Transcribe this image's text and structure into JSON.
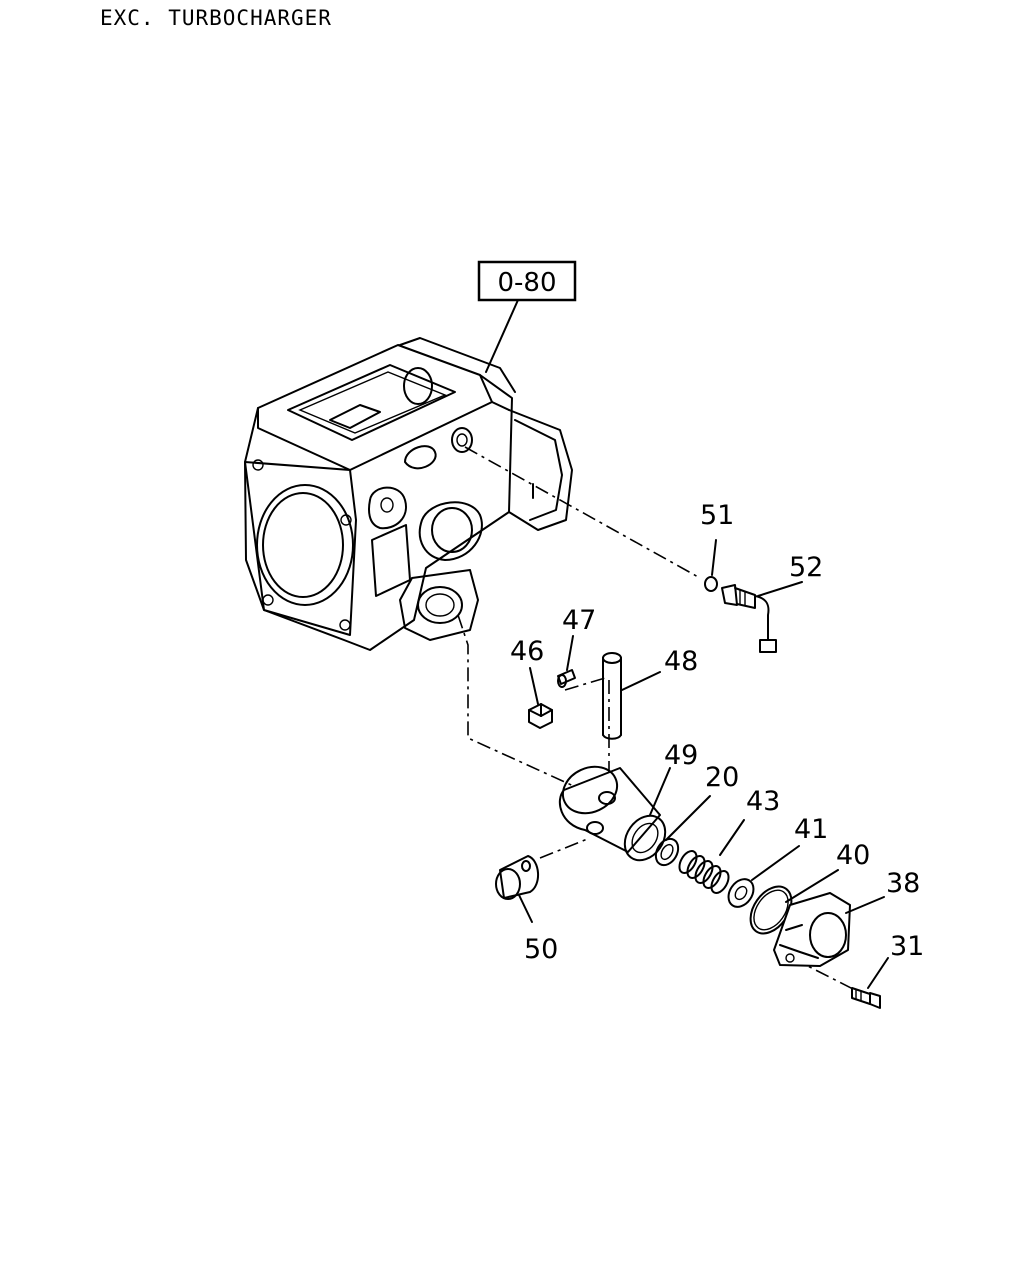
{
  "title": "EXC. TURBOCHARGER",
  "reference_box": "0-80",
  "callouts": [
    "51",
    "52",
    "47",
    "46",
    "48",
    "49",
    "20",
    "43",
    "41",
    "40",
    "38",
    "31",
    "50"
  ]
}
